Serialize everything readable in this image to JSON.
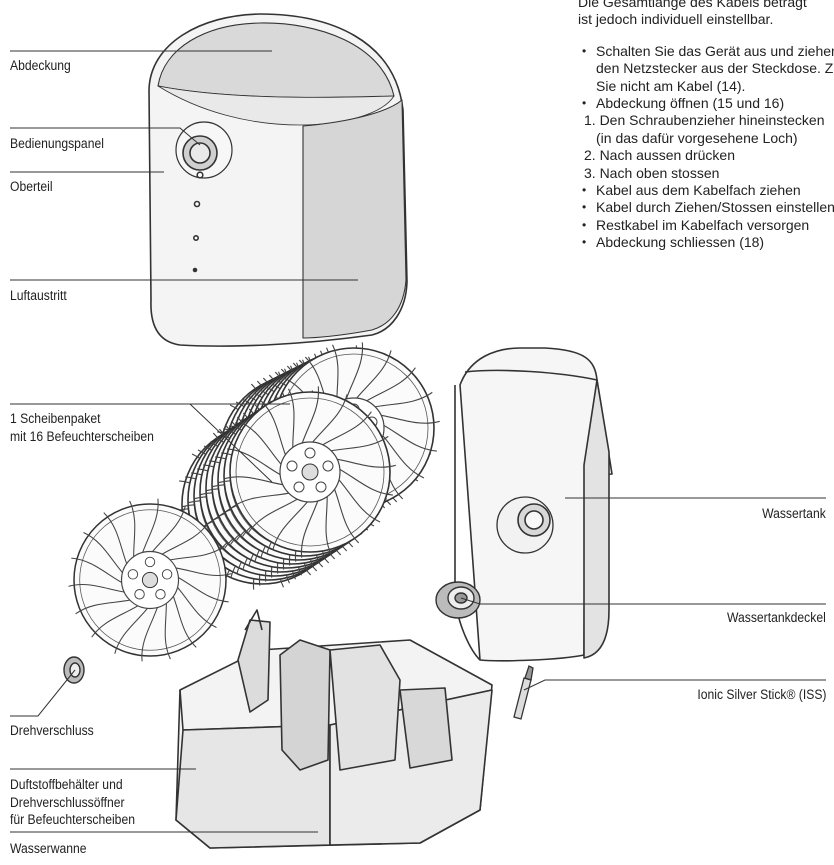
{
  "labels": {
    "abdeckung": "Abdeckung",
    "bedienungspanel": "Bedienungspanel",
    "oberteil": "Oberteil",
    "luftaustritt": "Luftaustritt",
    "scheibenpaket_1": "1 Scheibenpaket",
    "scheibenpaket_2": "mit 16 Befeuchterscheiben",
    "wassertank": "Wassertank",
    "wassertankdeckel": "Wassertankdeckel",
    "ionic_stick": "Ionic Silver Stick® (ISS)",
    "drehverschluss": "Drehverschluss",
    "duft_1": "Duftstoffbehälter und",
    "duft_2": "Drehverschlussöffner",
    "duft_3": "für Befeuchterscheiben",
    "wasserwanne": "Wasserwanne"
  },
  "instructions": {
    "intro_1": "Die Gesamtlänge des Kabels beträgt",
    "intro_2": "ist jedoch individuell einstellbar.",
    "b1_1": "Schalten Sie das Gerät aus und ziehen",
    "b1_2": "den Netzstecker aus der Steckdose. Ziehen",
    "b1_3": "Sie nicht am Kabel (14).",
    "b2": "Abdeckung öffnen (15 und 16)",
    "n1_1": "1. Den Schraubenzieher hineinstecken",
    "n1_2": "(in das dafür vorgesehene Loch)",
    "n2": "2. Nach aussen drücken",
    "n3": "3. Nach oben stossen",
    "b3": "Kabel aus dem Kabelfach ziehen",
    "b4": "Kabel durch Ziehen/Stossen einstellen",
    "b5": "Restkabel im Kabelfach versorgen",
    "b6": "Abdeckung schliessen (18)"
  }
}
